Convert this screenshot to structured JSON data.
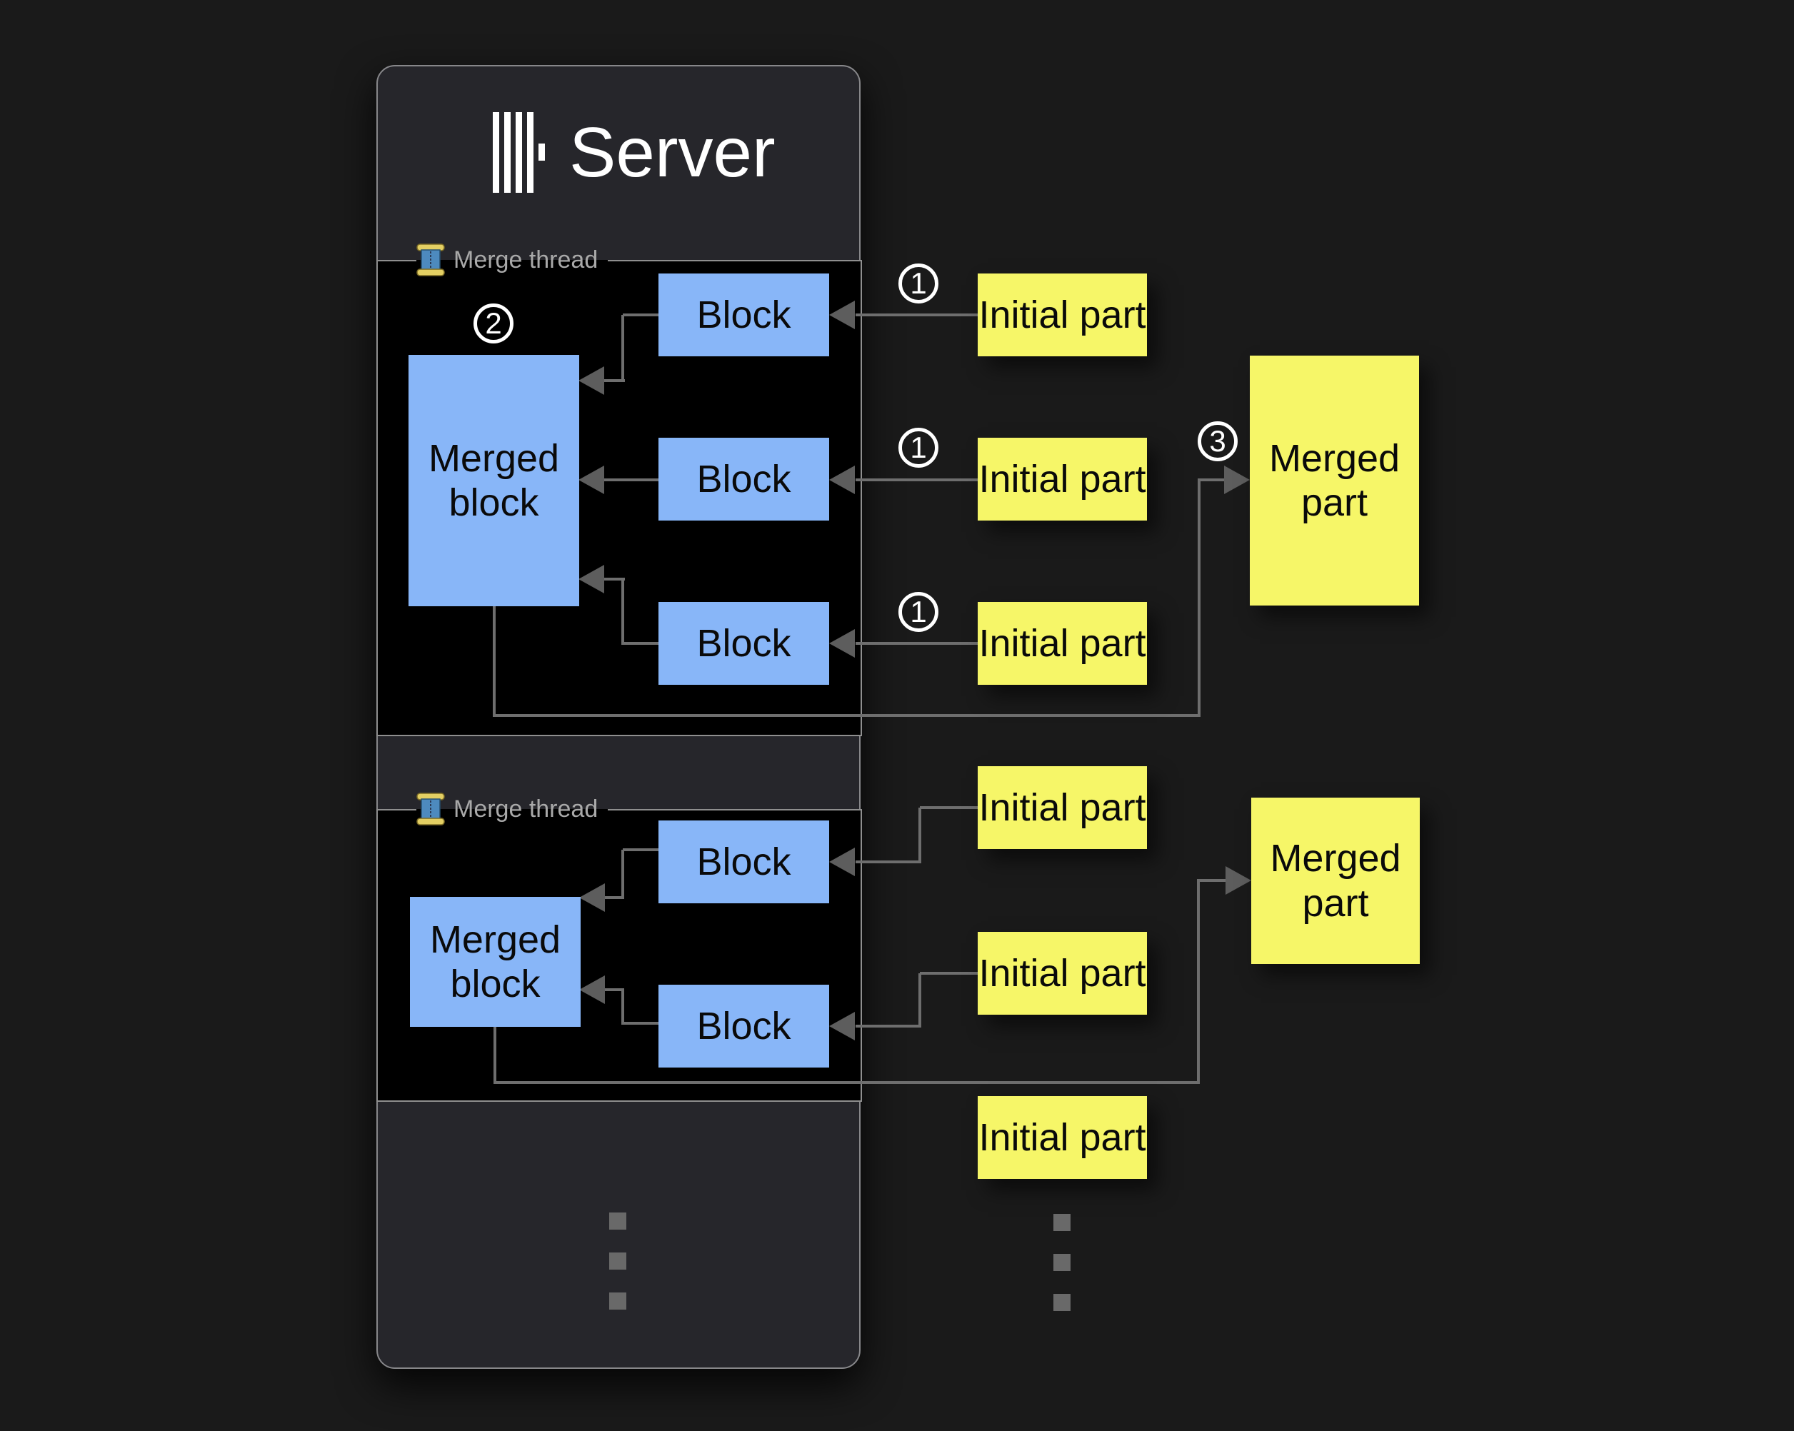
{
  "server_panel": {
    "title": "Server"
  },
  "merge_threads": [
    {
      "label": "Merge thread",
      "merged_block": "Merged block",
      "blocks": [
        "Block",
        "Block",
        "Block"
      ]
    },
    {
      "label": "Merge thread",
      "merged_block": "Merged block",
      "blocks": [
        "Block",
        "Block"
      ]
    }
  ],
  "initial_parts": {
    "group1": [
      "Initial part",
      "Initial part",
      "Initial part"
    ],
    "group2": [
      "Initial part",
      "Initial part",
      "Initial part"
    ]
  },
  "merged_parts": [
    "Merged part",
    "Merged part"
  ],
  "steps": {
    "one": "1",
    "two": "2",
    "three": "3"
  },
  "colors": {
    "background": "#1a1a1a",
    "panel": "#26262b",
    "section": "#000000",
    "block_blue": "#88b6f8",
    "part_yellow": "#f6f668",
    "connector_gray": "#6e6e6e",
    "border_gray": "#8f8f8f",
    "label_gray": "#a9a9a9",
    "title_white": "#ffffff"
  }
}
